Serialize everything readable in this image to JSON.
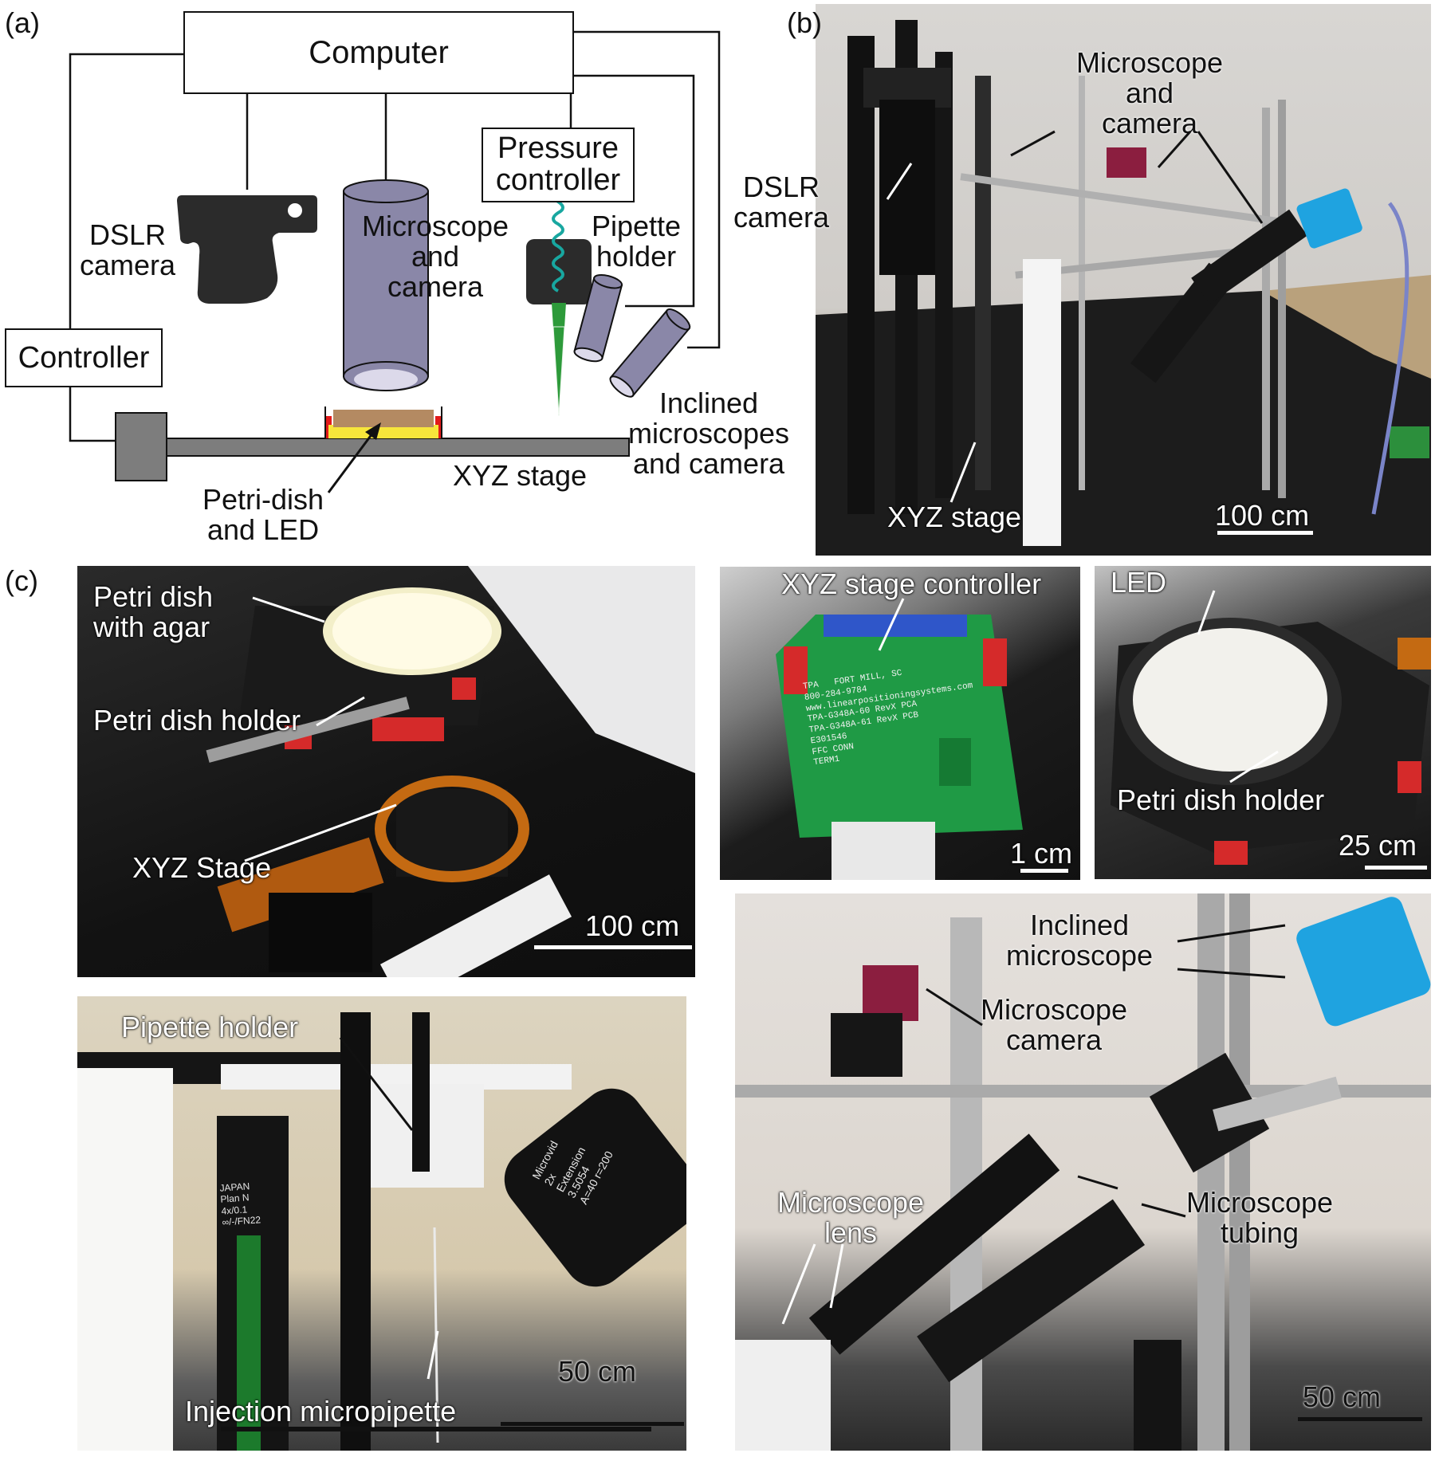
{
  "panel_a": {
    "letter": "(a)",
    "computer": "Computer",
    "pressure_controller": "Pressure\ncontroller",
    "controller": "Controller",
    "dslr_camera": "DSLR\ncamera",
    "microscope_and_camera": "Microscope\nand\ncamera",
    "pipette_holder": "Pipette\nholder",
    "inclined": "Inclined\nmicroscopes\nand camera",
    "xyz_stage": "XYZ stage",
    "petri_led": "Petri-dish\nand LED"
  },
  "panel_b": {
    "letter": "(b)",
    "microscope_and_camera": "Microscope\nand\ncamera",
    "dslr_camera": "DSLR\ncamera",
    "xyz_stage": "XYZ stage",
    "scale": "100 cm"
  },
  "panel_c": {
    "letter": "(c)",
    "photo1": {
      "petri_dish_agar": "Petri dish\nwith agar",
      "petri_dish_holder": "Petri dish holder",
      "xyz_stage": "XYZ Stage",
      "scale": "100 cm"
    },
    "photo2": {
      "xyz_controller": "XYZ stage controller",
      "scale": "1 cm",
      "board_text": "TPA   FORT MILL, SC\n800-284-9784\nwww.linearpositioningsystems.com\nTPA-G348A-60 RevX PCA\nTPA-G348A-61 RevX PCB\nE301546\nFFC CONN\nTERM1"
    },
    "photo3": {
      "led": "LED",
      "petri_dish_holder": "Petri dish holder",
      "scale": "25 cm"
    },
    "photo4": {
      "pipette_holder": "Pipette holder",
      "injection": "Injection micropipette",
      "scale": "50 cm",
      "lens_text": "JAPAN\nPlan N\n4x/0.1\n∞/-/FN22",
      "scope_text": "Microvid\n2x\nExtension\n3.5054\nA=40 r=200"
    },
    "photo5": {
      "inclined_microscope": "Inclined\nmicroscope",
      "microscope_camera": "Microscope\ncamera",
      "microscope_lens": "Microscope\nlens",
      "microscope_tubing": "Microscope\ntubing",
      "scale": "50 cm"
    }
  },
  "colors": {
    "microscope": "#8a87a8",
    "dslr": "#2b2b2b",
    "stage": "#7d7d7d",
    "dish_brown": "#b48a62",
    "led_yellow": "#f7e53b",
    "led_red": "#e21a1a",
    "spring": "#18a7a0",
    "needle": "#2d9a3a",
    "camera_blue": "#1fa3e0",
    "camera_red": "#8b1e3f",
    "pcb_green": "#1f9a45"
  }
}
